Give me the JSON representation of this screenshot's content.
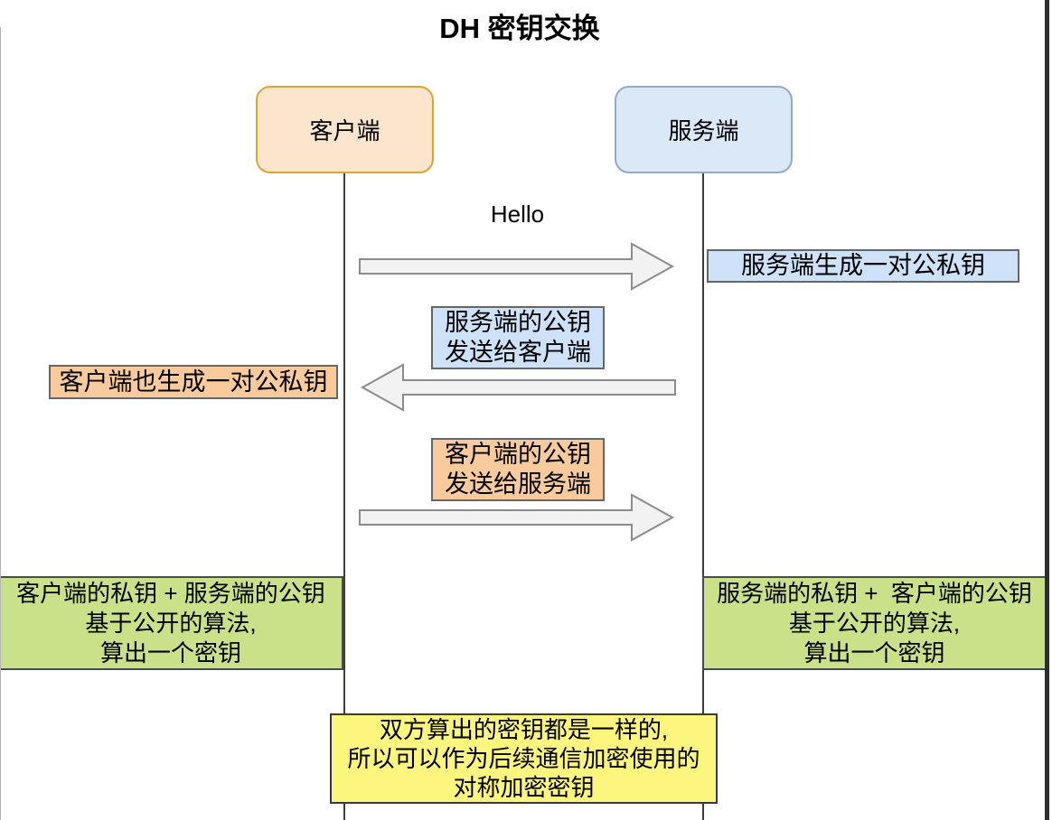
{
  "diagram": {
    "title": "DH 密钥交换",
    "actors": {
      "client": {
        "label": "客户端"
      },
      "server": {
        "label": "服务端"
      }
    },
    "messages": {
      "hello": {
        "label": "Hello"
      },
      "server_pubkey": {
        "line1": "服务端的公钥",
        "line2": "发送给客户端"
      },
      "client_pubkey": {
        "line1": "客户端的公钥",
        "line2": "发送给服务端"
      }
    },
    "notes": {
      "server_keygen": {
        "label": "服务端生成一对公私钥"
      },
      "client_keygen": {
        "label": "客户端也生成一对公私钥"
      },
      "client_compute": {
        "line1": "客户端的私钥 + 服务端的公钥",
        "line2": "基于公开的算法,",
        "line3": "算出一个密钥"
      },
      "server_compute": {
        "line1": "服务端的私钥 +  客户端的公钥",
        "line2": "基于公开的算法,",
        "line3": "算出一个密钥"
      },
      "conclusion": {
        "line1": "双方算出的密钥都是一样的,",
        "line2": "所以可以作为后续通信加密使用的",
        "line3": "对称加密密钥"
      }
    },
    "icons": {
      "arrow_right": "arrow-right-icon",
      "arrow_left": "arrow-left-icon"
    },
    "colors": {
      "client_fill": "#FCE5CD",
      "client_border": "#DFA430",
      "server_fill": "#DAE8F7",
      "server_border": "#8FAACC",
      "note_blue_fill": "#CDE1F8",
      "note_orange_fill": "#F9CB9C",
      "compute_green_fill": "#C9E189",
      "conclusion_yellow_fill": "#FCF67F",
      "arrow_fill": "#F2F2F2",
      "arrow_stroke": "#8C8C8C",
      "lifeline_color": "#3d3d3d"
    }
  }
}
